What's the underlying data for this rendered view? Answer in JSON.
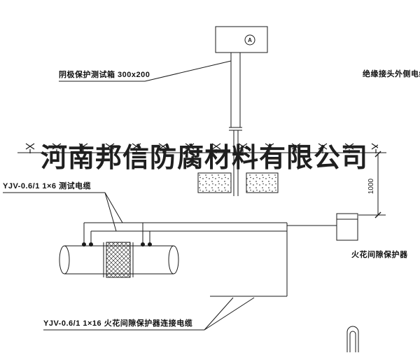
{
  "watermark": {
    "text": "河南邦信防腐材料有限公司"
  },
  "diagram": {
    "labels": {
      "test_box": "阴极保护测试箱 300x200",
      "insulated_joint_cable": "绝缘接头外侧电缆",
      "test_cable": "YJV-0.6/1 1×6  测试电缆",
      "spark_gap_protector": "火花间隙保护器",
      "spark_gap_cable": "YJV-0.6/1 1×16  火花间隙保护器连接电缆",
      "ammeter": "A",
      "dimension": "1000"
    },
    "colors": {
      "line": "#1a1a1a",
      "background": "#ffffff",
      "watermark": "#1f1f1f"
    }
  }
}
